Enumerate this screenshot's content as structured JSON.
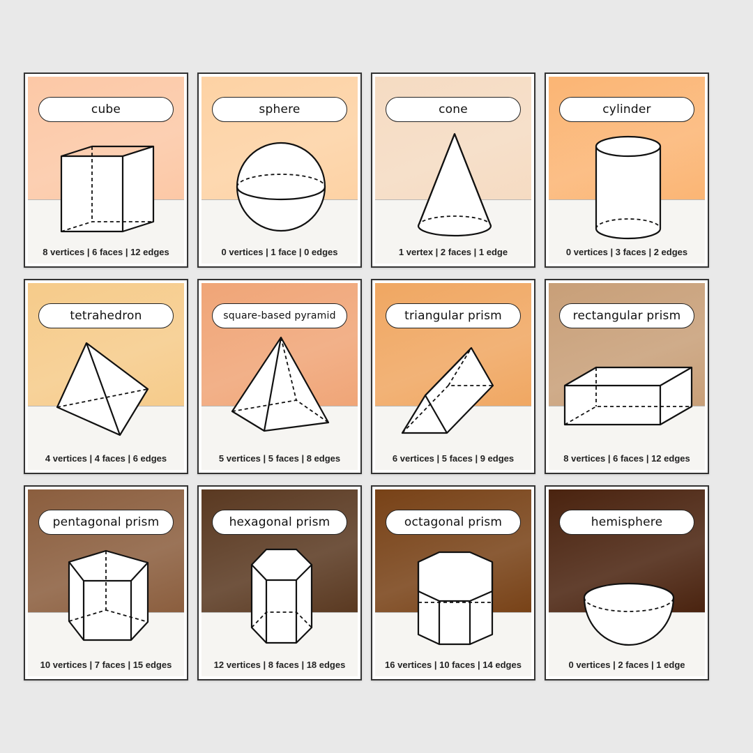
{
  "cards": [
    {
      "name": "cube",
      "stats": "8 vertices | 6 faces | 12 edges",
      "color": "#fcc8a6",
      "shape": "cube-icon"
    },
    {
      "name": "sphere",
      "stats": "0 vertices | 1 face | 0 edges",
      "color": "#fdd2a4",
      "shape": "sphere-icon"
    },
    {
      "name": "cone",
      "stats": "1 vertex | 2 faces | 1 edge",
      "color": "#f5dbc2",
      "shape": "cone-icon"
    },
    {
      "name": "cylinder",
      "stats": "0 vertices | 3 faces | 2 edges",
      "color": "#fbb574",
      "shape": "cylinder-icon"
    },
    {
      "name": "tetrahedron",
      "stats": "4 vertices | 4 faces | 6 edges",
      "color": "#f6cb8a",
      "shape": "tetrahedron-icon"
    },
    {
      "name": "square-based pyramid",
      "stats": "5 vertices | 5 faces | 8 edges",
      "color": "#f0a577",
      "shape": "pyramid-icon"
    },
    {
      "name": "triangular prism",
      "stats": "6 vertices | 5 faces | 9 edges",
      "color": "#f0a762",
      "shape": "triangular-prism-icon"
    },
    {
      "name": "rectangular prism",
      "stats": "8 vertices | 6 faces | 12 edges",
      "color": "#c89f78",
      "shape": "rectangular-prism-icon"
    },
    {
      "name": "pentagonal prism",
      "stats": "10 vertices | 7 faces | 15 edges",
      "color": "#8b5e3e",
      "shape": "pentagonal-prism-icon"
    },
    {
      "name": "hexagonal prism",
      "stats": "12 vertices | 8 faces | 18 edges",
      "color": "#5a3921",
      "shape": "hexagonal-prism-icon"
    },
    {
      "name": "octagonal prism",
      "stats": "16 vertices | 10 faces | 14 edges",
      "color": "#784217",
      "shape": "octagonal-prism-icon"
    },
    {
      "name": "hemisphere",
      "stats": "0 vertices | 2 faces | 1 edge",
      "color": "#4a230f",
      "shape": "hemisphere-icon"
    }
  ]
}
